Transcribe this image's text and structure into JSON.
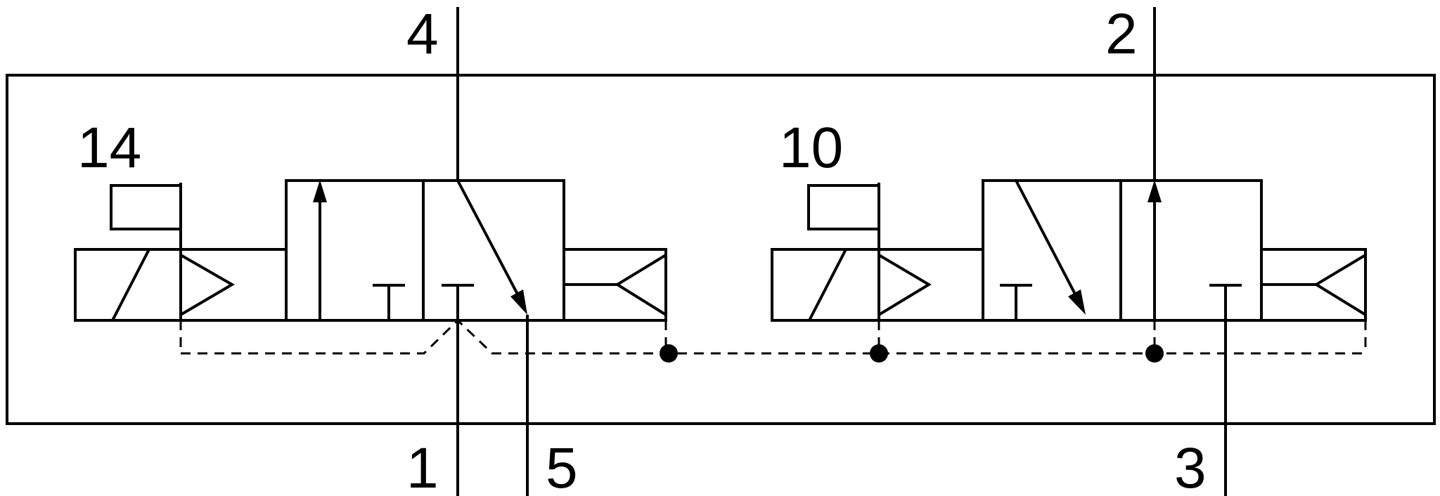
{
  "diagram": {
    "type": "pneumatic-valve-schematic",
    "ports": {
      "port_4": "4",
      "port_2": "2",
      "port_1": "1",
      "port_5": "5",
      "port_3": "3"
    },
    "pilots": {
      "pilot_14": "14",
      "pilot_10": "10"
    },
    "valves": [
      {
        "id": "left-valve",
        "pilot_port": "pilot_14"
      },
      {
        "id": "right-valve",
        "pilot_port": "pilot_10"
      }
    ]
  }
}
